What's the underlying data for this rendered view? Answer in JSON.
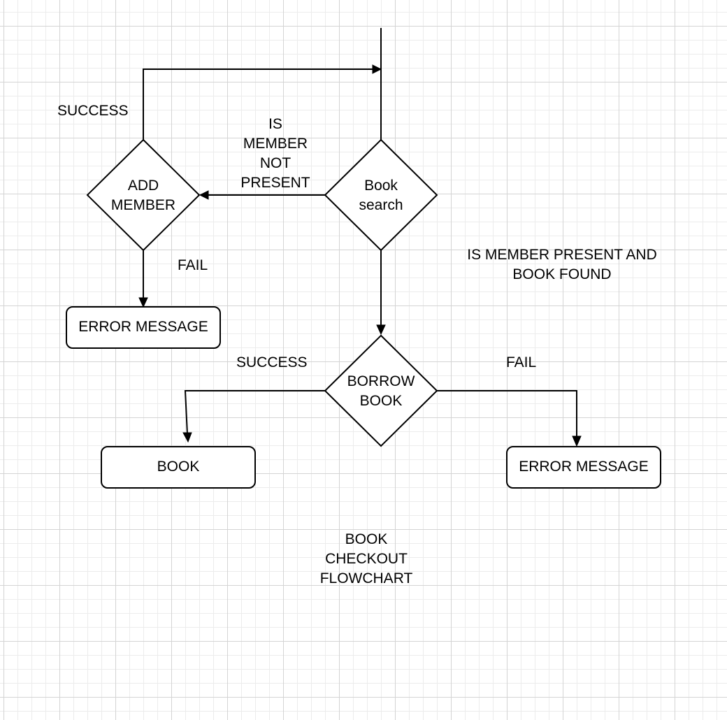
{
  "nodes": {
    "book_search": "Book\nsearch",
    "add_member": "ADD\nMEMBER",
    "borrow_book": "BORROW\nBOOK",
    "error_message_top": "ERROR MESSAGE",
    "book_result": "BOOK",
    "error_message_right": "ERROR MESSAGE"
  },
  "edges": {
    "add_member_success": "SUCCESS",
    "member_not_present": "IS\nMEMBER\nNOT\nPRESENT",
    "add_member_fail": "FAIL",
    "member_present_book_found": "IS MEMBER PRESENT AND\nBOOK FOUND",
    "borrow_success": "SUCCESS",
    "borrow_fail": "FAIL"
  },
  "caption": "BOOK\nCHECKOUT\nFLOWCHART"
}
